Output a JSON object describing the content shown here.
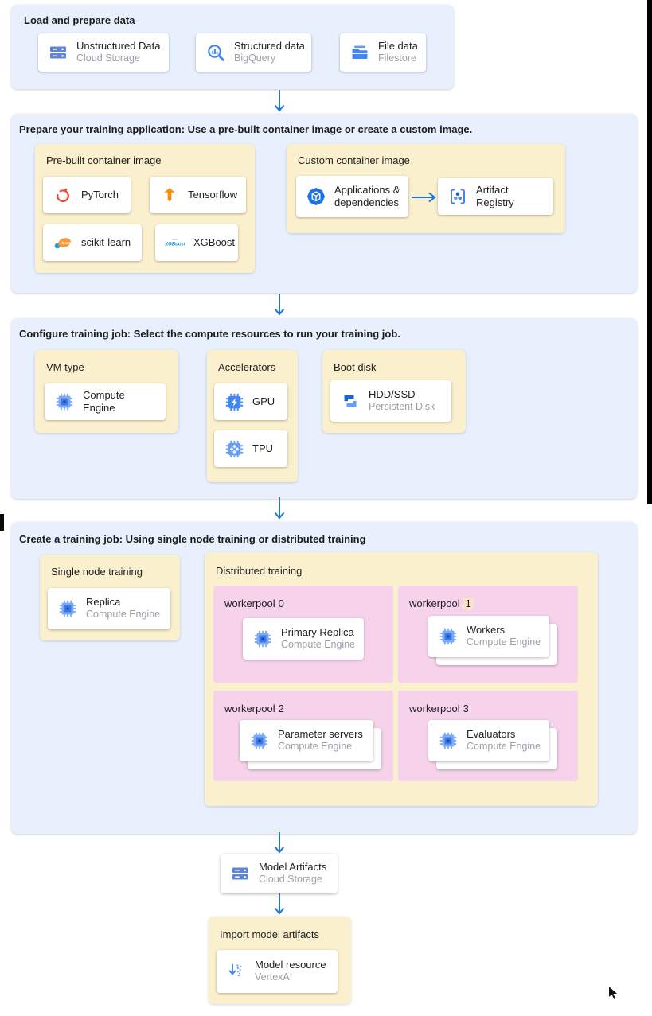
{
  "colors": {
    "section_bg": "#E8F0FE",
    "panel_bg": "#FBF0CD",
    "workerpool_bg": "#F7D3EB",
    "arrow_blue": "#1A73E8",
    "icon_blue": "#4285F4",
    "icon_blue_light": "#669DF6",
    "number_highlight": "#FAE3C9",
    "text_primary": "#202124",
    "text_secondary": "#9AA0A6",
    "pytorch_orange": "#EE4C2C",
    "tensorflow_orange": "#FF8F00"
  },
  "icon_text": {
    "scikit": "learn",
    "xgboost_top": "dmlc",
    "xgboost": "XGBoost"
  },
  "sections": {
    "load": {
      "title": "Load and prepare data",
      "cards": [
        {
          "label": "Unstructured Data",
          "sublabel": "Cloud Storage",
          "icon": "cloud-storage-icon"
        },
        {
          "label": "Structured data",
          "sublabel": "BigQuery",
          "icon": "bigquery-icon"
        },
        {
          "label": "File data",
          "sublabel": "Filestore",
          "icon": "filestore-icon"
        }
      ]
    },
    "prepare": {
      "title": "Prepare your training application: Use a pre-built container image or create a custom image.",
      "prebuilt": {
        "title": "Pre-built container image",
        "cards": [
          {
            "label": "PyTorch",
            "icon": "pytorch-icon"
          },
          {
            "label": "Tensorflow",
            "icon": "tensorflow-icon"
          },
          {
            "label": "scikit-learn",
            "icon": "scikit-learn-icon"
          },
          {
            "label": "XGBoost",
            "icon": "xgboost-icon"
          }
        ]
      },
      "custom": {
        "title": "Custom container image",
        "cards": [
          {
            "label": "Applications & dependencies",
            "icon": "applications-icon"
          },
          {
            "label": "Artifact Registry",
            "icon": "artifact-registry-icon"
          }
        ]
      }
    },
    "configure": {
      "title": "Configure training job: Select the compute resources to run your training job.",
      "vm": {
        "title": "VM type",
        "card": {
          "label": "Compute Engine",
          "icon": "compute-engine-icon"
        }
      },
      "accelerators": {
        "title": "Accelerators",
        "cards": [
          {
            "label": "GPU",
            "icon": "gpu-icon"
          },
          {
            "label": "TPU",
            "icon": "tpu-icon"
          }
        ]
      },
      "boot": {
        "title": "Boot disk",
        "card": {
          "label": "HDD/SSD",
          "sublabel": "Persistent Disk",
          "icon": "persistent-disk-icon"
        }
      }
    },
    "create": {
      "title": "Create a training job: Using single node training or distributed training",
      "single": {
        "title": "Single node training",
        "card": {
          "label": "Replica",
          "sublabel": "Compute Engine",
          "icon": "compute-engine-icon"
        }
      },
      "distributed": {
        "title": "Distributed training",
        "workerpools": [
          {
            "name_prefix": "workerpool",
            "number": "0",
            "card": {
              "label": "Primary Replica",
              "sublabel": "Compute Engine"
            }
          },
          {
            "name_prefix": "workerpool",
            "number": "1",
            "card": {
              "label": "Workers",
              "sublabel": "Compute Engine"
            }
          },
          {
            "name_prefix": "workerpool",
            "number": "2",
            "card": {
              "label": "Parameter servers",
              "sublabel": "Compute Engine"
            }
          },
          {
            "name_prefix": "workerpool",
            "number": "3",
            "card": {
              "label": "Evaluators",
              "sublabel": "Compute Engine"
            }
          }
        ]
      }
    },
    "model_artifacts": {
      "label": "Model Artifacts",
      "sublabel": "Cloud Storage",
      "icon": "cloud-storage-icon"
    },
    "import_model": {
      "title": "Import model artifacts",
      "card": {
        "label": "Model resource",
        "sublabel": "VertexAI",
        "icon": "model-resource-icon"
      }
    }
  }
}
